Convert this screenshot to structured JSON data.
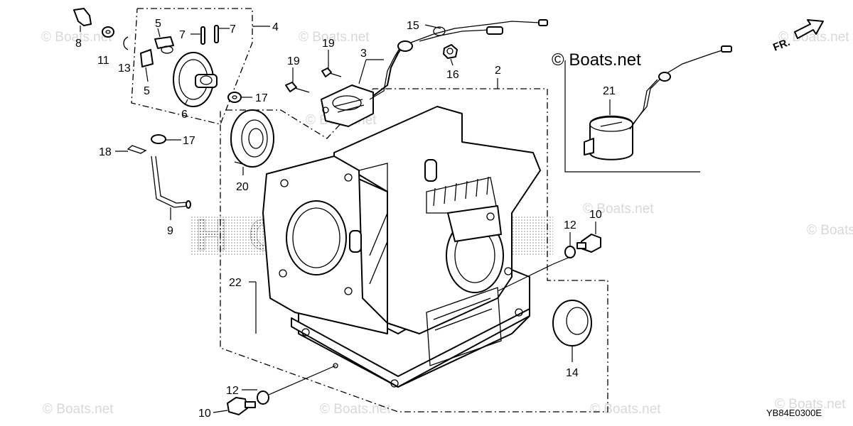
{
  "copyright": "© Boats.net",
  "watermarks": [
    "© Boats.net",
    "© Boats.net",
    "© Boats.net",
    "© Boats.net",
    "© Boats.net",
    "© Boats.net",
    "© Boats.net",
    "© Boats.net",
    "© Boats.net",
    "© Boats.net"
  ],
  "front_label": "FR.",
  "diagram_code": "YB84E0300E",
  "callouts": {
    "c2": "2",
    "c3": "3",
    "c4": "4",
    "c5a": "5",
    "c5b": "5",
    "c6": "6",
    "c7a": "7",
    "c7b": "7",
    "c8": "8",
    "c9": "9",
    "c10a": "10",
    "c10b": "10",
    "c11": "11",
    "c12a": "12",
    "c12b": "12",
    "c13": "13",
    "c14": "14",
    "c15": "15",
    "c16": "16",
    "c17a": "17",
    "c17b": "17",
    "c18": "18",
    "c19a": "19",
    "c19b": "19",
    "c20": "20",
    "c21": "21",
    "c22": "22"
  },
  "colors": {
    "ink": "#000000",
    "watermark": "#d8d8d8",
    "background": "#ffffff"
  }
}
